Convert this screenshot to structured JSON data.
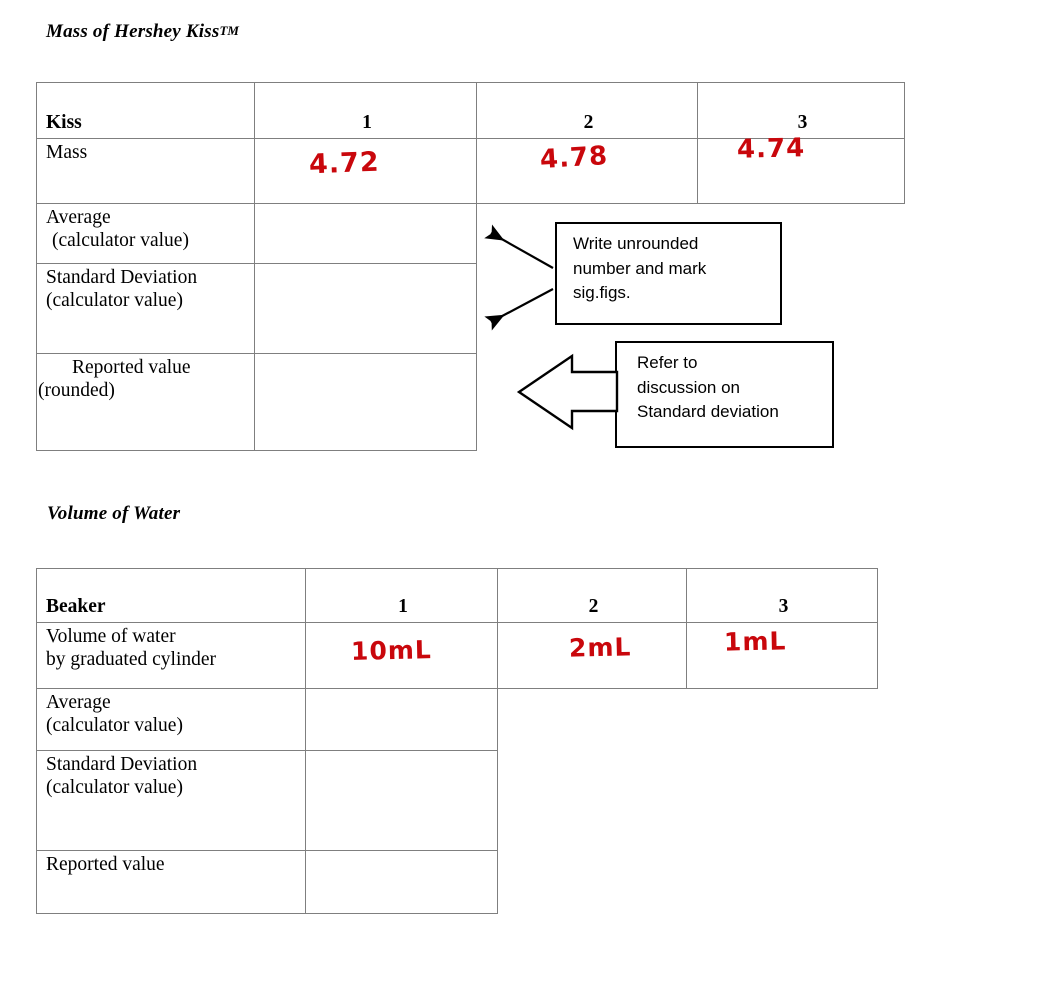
{
  "document": {
    "sections": [
      {
        "title": "Mass of Hershey Kiss",
        "title_suffix": "TM"
      },
      {
        "title": "Volume of Water"
      }
    ]
  },
  "table_mass": {
    "header": {
      "label": "Kiss",
      "col1": "1",
      "col2": "2",
      "col3": "3"
    },
    "rows": [
      {
        "label": "Mass",
        "values": [
          "4.72",
          "4.78",
          "4.74"
        ]
      },
      {
        "label_line1": "Average",
        "label_line2": "(calculator value)",
        "value": ""
      },
      {
        "label_line1": "Standard Deviation",
        "label_line2": "(calculator value)",
        "value": ""
      },
      {
        "label_line1": "Reported value",
        "label_line2": "(rounded)",
        "value": ""
      }
    ]
  },
  "table_volume": {
    "header": {
      "label": "Beaker",
      "col1": "1",
      "col2": "2",
      "col3": "3"
    },
    "rows": [
      {
        "label_line1": "Volume of water",
        "label_line2": "by graduated cylinder",
        "values": [
          "10mL",
          "2mL",
          "1mL"
        ]
      },
      {
        "label_line1": "Average",
        "label_line2": "(calculator value)",
        "value": ""
      },
      {
        "label_line1": "Standard Deviation",
        "label_line2": "(calculator value)",
        "value": ""
      },
      {
        "label_line1": "Reported value",
        "label_line2": "",
        "value": ""
      }
    ]
  },
  "callouts": [
    {
      "name": "sig-figs-note",
      "line1": "Write unrounded",
      "line2": "number and mark",
      "line3": "sig.figs."
    },
    {
      "name": "standard-deviation-note",
      "line1": "Refer to",
      "line2": "discussion on",
      "line3": "Standard deviation"
    }
  ],
  "colors": {
    "handwriting_red": "#c9070c",
    "table_border": "#7f7f7f",
    "callout_border": "#000000"
  }
}
